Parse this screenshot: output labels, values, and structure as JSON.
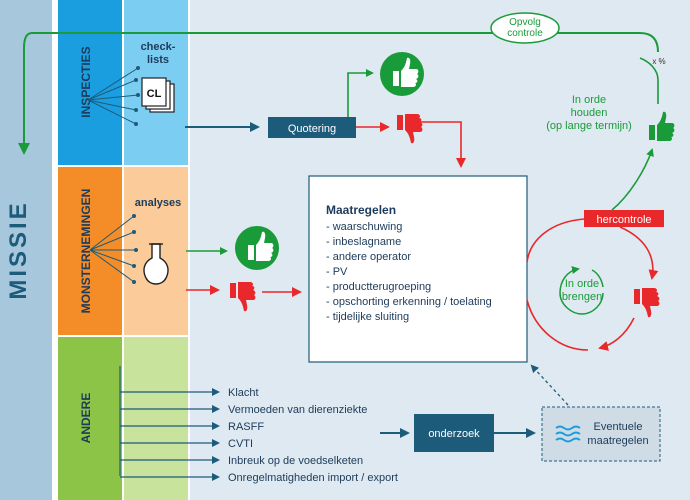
{
  "missie": "MISSIE",
  "rows": {
    "inspecties": {
      "label": "INSPECTIES",
      "tool_line1": "check-",
      "tool_line2": "lists",
      "tool_icon": "CL"
    },
    "monsternemingen": {
      "label": "MONSTERNEMINGEN",
      "tool": "analyses"
    },
    "andere": {
      "label": "ANDERE"
    }
  },
  "quotering": "Quotering",
  "maatregelen": {
    "title": "Maatregelen",
    "items": [
      "- waarschuwing",
      "- inbeslagname",
      "- andere operator",
      "- PV",
      "- productterugroeping",
      "- opschorting erkenning / toelating",
      "- tijdelijke sluiting"
    ]
  },
  "hercontrole": "hercontrole",
  "in_orde_brengen": {
    "line1": "In orde",
    "line2": "brengen"
  },
  "in_orde_houden": {
    "line1": "In orde",
    "line2": "houden",
    "line3": "(op lange termijn)"
  },
  "opvolg_controle": {
    "line1": "Opvolg",
    "line2": "controle"
  },
  "x_percent": "x %",
  "andere_items": [
    "Klacht",
    "Vermoeden van dierenziekte",
    "RASFF",
    "CVTI",
    "Inbreuk op de voedselketen",
    "Onregelmatigheden import / export"
  ],
  "onderzoek": "onderzoek",
  "eventuele": {
    "line1": "Eventuele",
    "line2": "maatregelen"
  },
  "colors": {
    "blue": "#1a9ee0",
    "lightblue": "#7ccdf2",
    "orange": "#f48d27",
    "peach": "#fbcb9a",
    "green": "#8cc447",
    "lightgreen": "#c8e39c",
    "teal": "#1d5b7a",
    "red": "#e8282b",
    "okgreen": "#1a9b3a",
    "bg": "#dfe9f1"
  }
}
